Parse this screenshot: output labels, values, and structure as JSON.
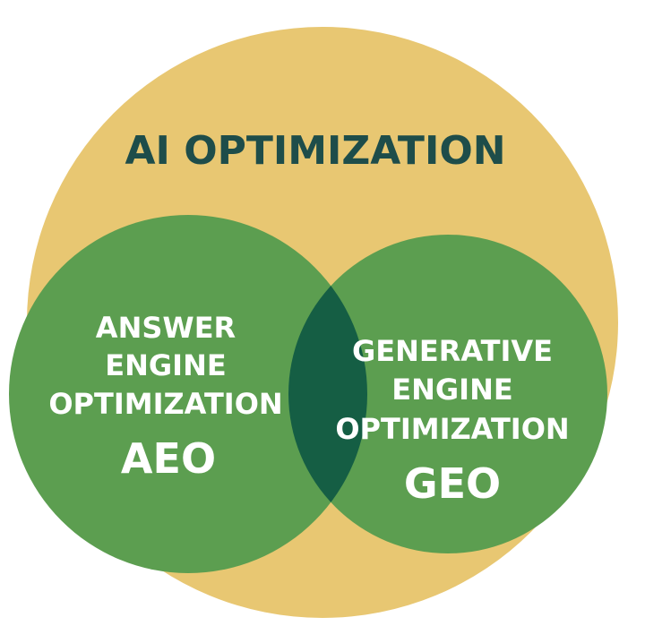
{
  "title": "AI OPTIMIZATION",
  "left": {
    "lines": [
      "ANSWER",
      "ENGINE",
      "OPTIMIZATION"
    ],
    "abbr": "AEO"
  },
  "right": {
    "lines": [
      "GENERATIVE",
      "ENGINE",
      "OPTIMIZATION"
    ],
    "abbr": "GEO"
  },
  "colors": {
    "outer": "#e8c772",
    "circle": "#5c9e50",
    "overlap": "#155e44",
    "title": "#1e4d4a",
    "text": "#ffffff"
  }
}
